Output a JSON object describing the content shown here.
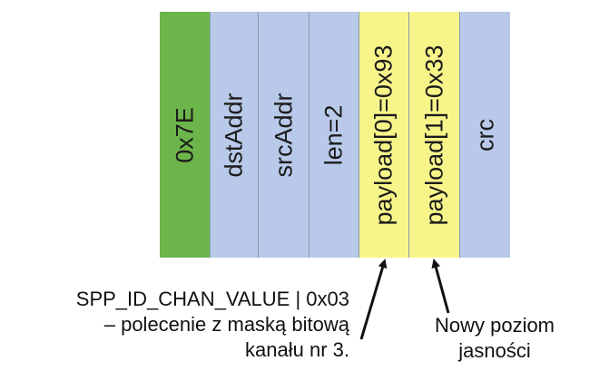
{
  "packet_fields": [
    {
      "id": "sync",
      "label": "0x7E",
      "color": "#6cb54a"
    },
    {
      "id": "dst",
      "label": "dstAddr",
      "color": "#b8c9e9"
    },
    {
      "id": "src",
      "label": "srcAddr",
      "color": "#b8c9e9"
    },
    {
      "id": "len",
      "label": "len=2",
      "color": "#b8c9e9"
    },
    {
      "id": "payload0",
      "label": "payload[0]=0x93",
      "color": "#f7f58a"
    },
    {
      "id": "payload1",
      "label": "payload[1]=0x33",
      "color": "#f7f58a"
    },
    {
      "id": "crc",
      "label": "crc",
      "color": "#b8c9e9"
    }
  ],
  "annotations": {
    "command": {
      "line1": "SPP_ID_CHAN_VALUE | 0x03",
      "line2": "– polecenie z maską bitową",
      "line3": "kanału nr 3."
    },
    "brightness": {
      "line1": "Nowy poziom",
      "line2": "jasności"
    }
  }
}
